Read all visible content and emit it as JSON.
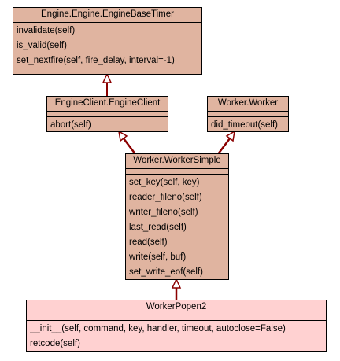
{
  "classes": {
    "engine_base_timer": {
      "name": "Engine.Engine.EngineBaseTimer",
      "methods": [
        "invalidate(self)",
        "is_valid(self)",
        "set_nextfire(self, fire_delay, interval=-1)"
      ]
    },
    "engine_client": {
      "name": "EngineClient.EngineClient",
      "methods": [
        "abort(self)"
      ]
    },
    "worker": {
      "name": "Worker.Worker",
      "methods": [
        "did_timeout(self)"
      ]
    },
    "worker_simple": {
      "name": "Worker.WorkerSimple",
      "methods": [
        "set_key(self, key)",
        "reader_fileno(self)",
        "writer_fileno(self)",
        "last_read(self)",
        "read(self)",
        "write(self, buf)",
        "set_write_eof(self)"
      ]
    },
    "worker_popen2": {
      "name": "WorkerPopen2",
      "methods": [
        "__init__(self, command, key, handler, timeout, autoclose=False)",
        "retcode(self)"
      ]
    }
  },
  "colors": {
    "parent_fill": "#e0b4a0",
    "focus_fill": "#ffd1d1",
    "arrow": "#8b0000"
  }
}
